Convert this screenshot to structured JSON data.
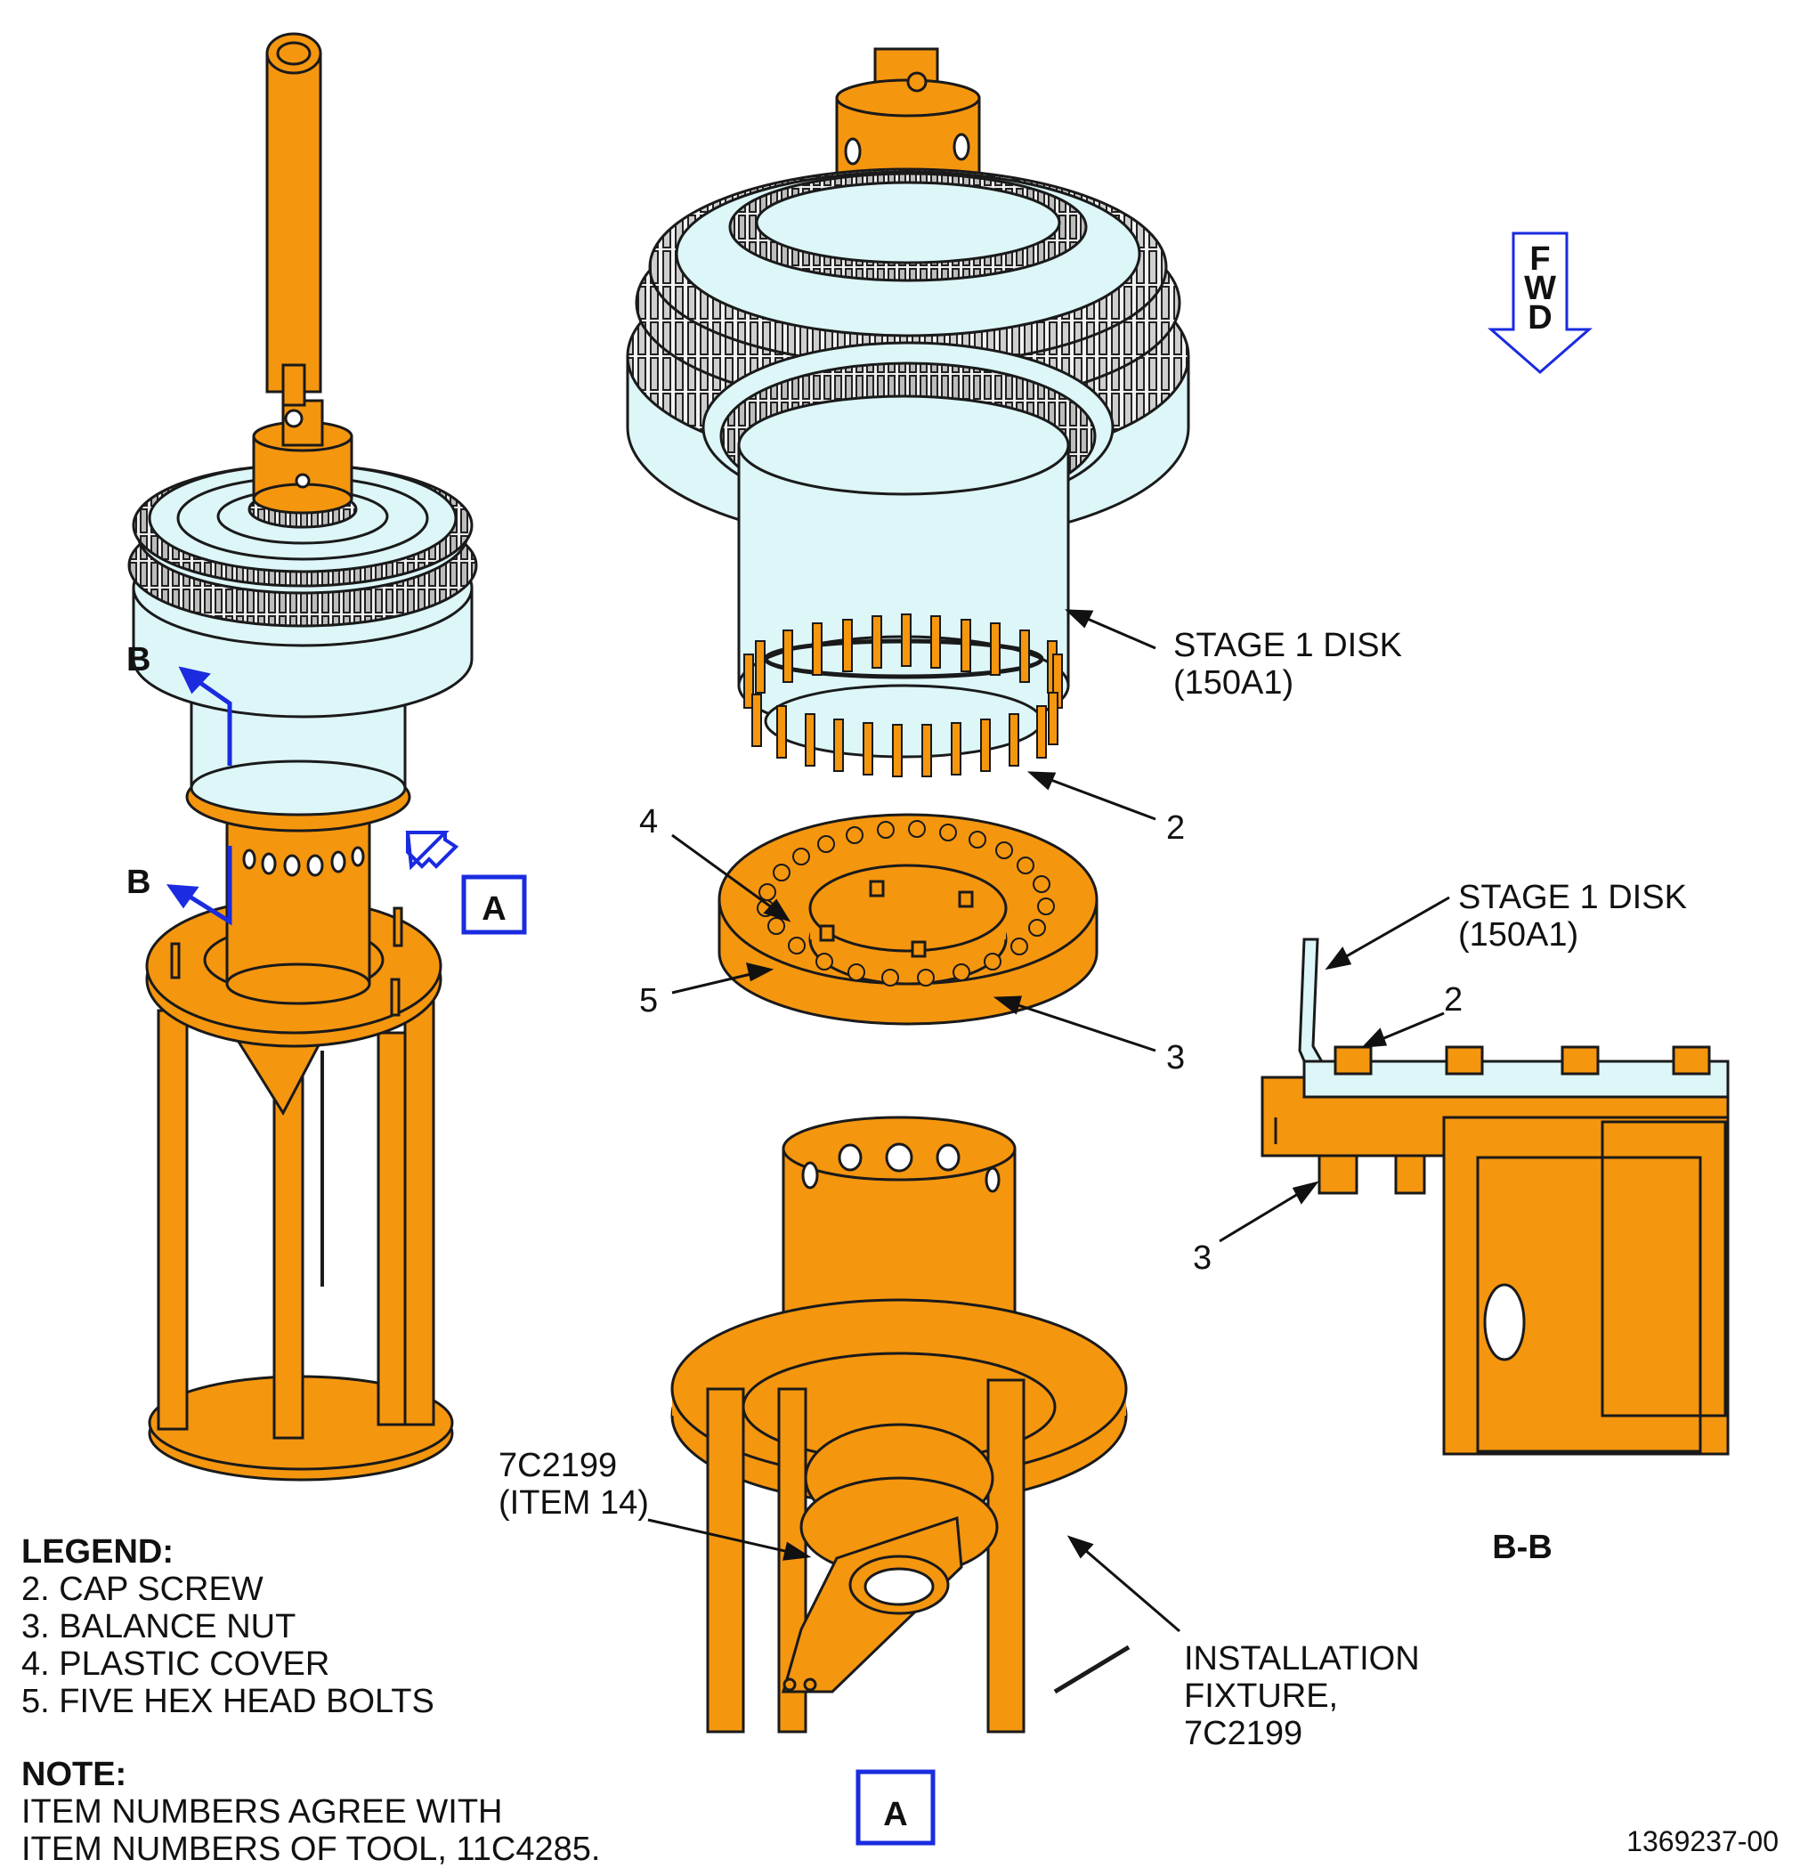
{
  "legend": {
    "heading": "LEGEND:",
    "items": [
      "2. CAP SCREW",
      "3. BALANCE NUT",
      "4. PLASTIC COVER",
      "5. FIVE HEX HEAD BOLTS"
    ]
  },
  "note": {
    "heading": "NOTE:",
    "lines": [
      "ITEM NUMBERS AGREE WITH",
      "ITEM NUMBERS OF TOOL, 11C4285."
    ]
  },
  "callouts": {
    "stage1_disk_top": [
      "STAGE 1 DISK",
      "(150A1)"
    ],
    "cap_screw_top": "2",
    "plastic_cover": "4",
    "hex_bolts": "5",
    "balance_nut_top": "3",
    "stage1_disk_section": [
      "STAGE 1 DISK",
      "(150A1)"
    ],
    "cap_screw_section": "2",
    "balance_nut_section": "3",
    "tool_item": [
      "7C2199",
      "(ITEM 14)"
    ],
    "installation_fixture": [
      "INSTALLATION",
      "FIXTURE,",
      "7C2199"
    ]
  },
  "section_marks": {
    "b_upper": "B",
    "b_lower": "B",
    "section_title": "B-B"
  },
  "detail_marks": {
    "view_flag": "A",
    "detail_flag": "A"
  },
  "fwd_arrow": [
    "F",
    "W",
    "D"
  ],
  "figure_id": "1369237-00",
  "colors": {
    "orange": "#F5960F",
    "light_blue": "#DDF6F8",
    "blue_annotation": "#1A2BE0",
    "outline": "#1a1a1a"
  }
}
